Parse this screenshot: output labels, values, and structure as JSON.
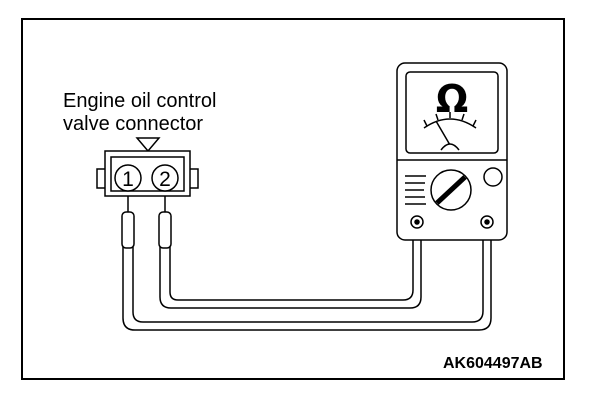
{
  "connector_label": {
    "line1": "Engine oil control",
    "line2": "valve connector"
  },
  "pins": {
    "pin1": "1",
    "pin2": "2"
  },
  "meter": {
    "symbol": "Ω"
  },
  "figure_code": "AK604497AB",
  "colors": {
    "ink": "#000000",
    "background": "#ffffff"
  }
}
